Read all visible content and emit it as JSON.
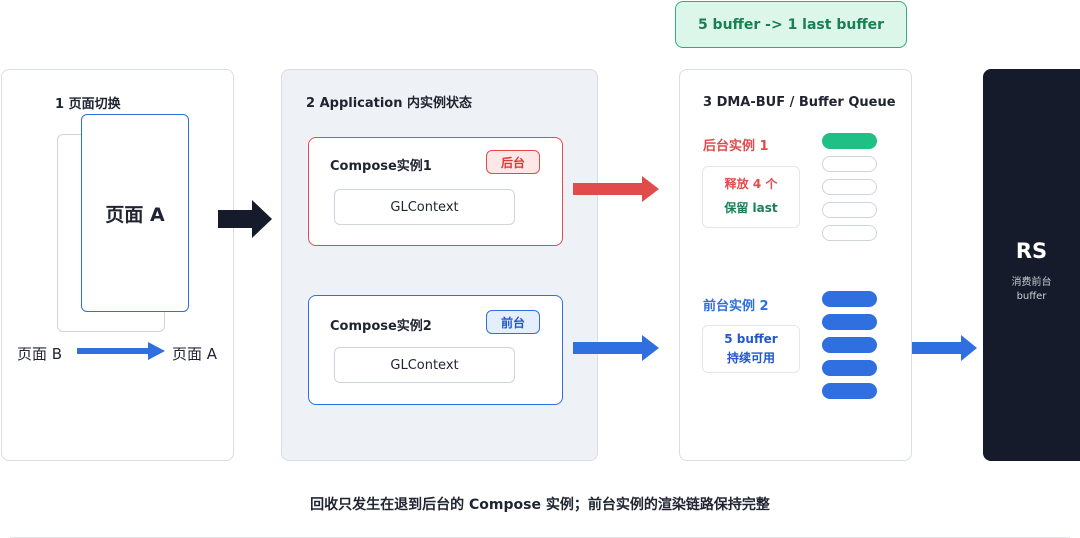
{
  "top_note": "5 buffer  ->  1 last buffer",
  "panel1": {
    "title": "1  页面切换",
    "page_label": "页面 A",
    "switch_from": "页面 B",
    "switch_to": "页面 A"
  },
  "panel2": {
    "title": "2  Application 内实例状态",
    "instance1": {
      "title": "Compose实例1",
      "badge": "后台",
      "gl": "GLContext"
    },
    "instance2": {
      "title": "Compose实例2",
      "badge": "前台",
      "gl": "GLContext"
    }
  },
  "panel3": {
    "title": "3  DMA-BUF / Buffer Queue",
    "bg_group": {
      "label": "后台实例 1",
      "note_line1": "释放 4 个",
      "note_line2": "保留 last",
      "filled_buffers": 1,
      "total_buffers": 5
    },
    "fg_group": {
      "label": "前台实例 2",
      "note_line1": "5 buffer",
      "note_line2": "持续可用",
      "filled_buffers": 5,
      "total_buffers": 5
    }
  },
  "rs": {
    "title": "RS",
    "sub_line1": "消费前台",
    "sub_line2": "buffer"
  },
  "footer": "回收只发生在退到后台的 Compose 实例；前台实例的渲染链路保持完整",
  "colors": {
    "red": "#e24b4b",
    "blue": "#2f6fe0",
    "green": "#1fbf86",
    "dark": "#161b2b"
  }
}
